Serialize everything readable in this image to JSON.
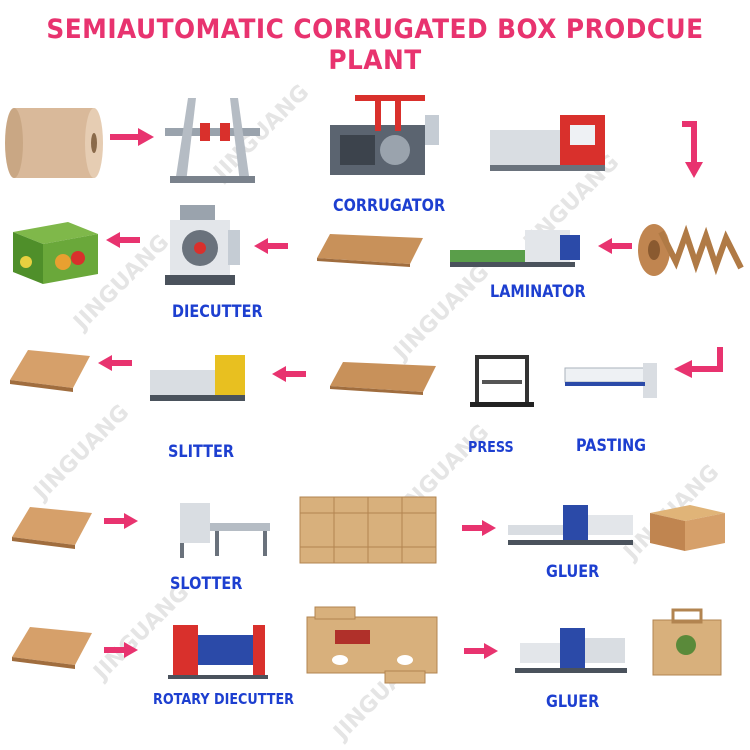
{
  "title": "SEMIAUTOMATIC CORRUGATED BOX PRODCUE PLANT",
  "watermark": "JINGUANG",
  "labels": {
    "corrugator": "CORRUGATOR",
    "diecutter": "DIECUTTER",
    "laminator": "LAMINATOR",
    "slitter": "SLITTER",
    "press": "PRESS",
    "pasting": "PASTING",
    "slotter": "SLOTTER",
    "gluer1": "GLUER",
    "rotary_diecutter": "ROTARY DIECUTTER",
    "gluer2": "GLUER"
  },
  "colors": {
    "title": "#e8336f",
    "label": "#1d3fd0",
    "arrow": "#e8336f",
    "cardboard": "#c8915a",
    "machine_red": "#d9302c",
    "machine_blue": "#2b4aa8"
  }
}
